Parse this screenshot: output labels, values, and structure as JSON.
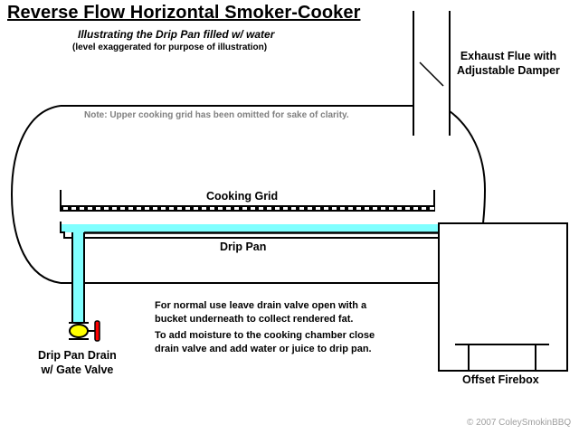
{
  "title": "Reverse Flow Horizontal Smoker-Cooker",
  "subtitle": "Illustrating the Drip Pan filled w/ water",
  "subnote": "(level exaggerated for purpose of illustration)",
  "labels": {
    "exhaust_flue_line1": "Exhaust Flue with",
    "exhaust_flue_line2": "Adjustable Damper",
    "note": "Note:  Upper cooking grid has been omitted for sake of clarity.",
    "cooking_grid": "Cooking Grid",
    "drip_pan": "Drip Pan",
    "drain_line1": "Drip Pan Drain",
    "drain_line2": "w/ Gate Valve",
    "offset_firebox": "Offset Firebox"
  },
  "instructions": [
    {
      "line1": "For normal use leave drain valve open with a",
      "line2": "bucket underneath to collect rendered fat."
    },
    {
      "line1": "To add moisture to the cooking chamber close",
      "line2": "drain valve and add water or juice to drip pan."
    }
  ],
  "copyright": "© 2007 ColeySmokinBBQ",
  "colors": {
    "water": "#80ffff",
    "valve_body": "#ffff00",
    "valve_handle": "#ff0000",
    "outline": "#000000",
    "note_text": "#808080"
  }
}
